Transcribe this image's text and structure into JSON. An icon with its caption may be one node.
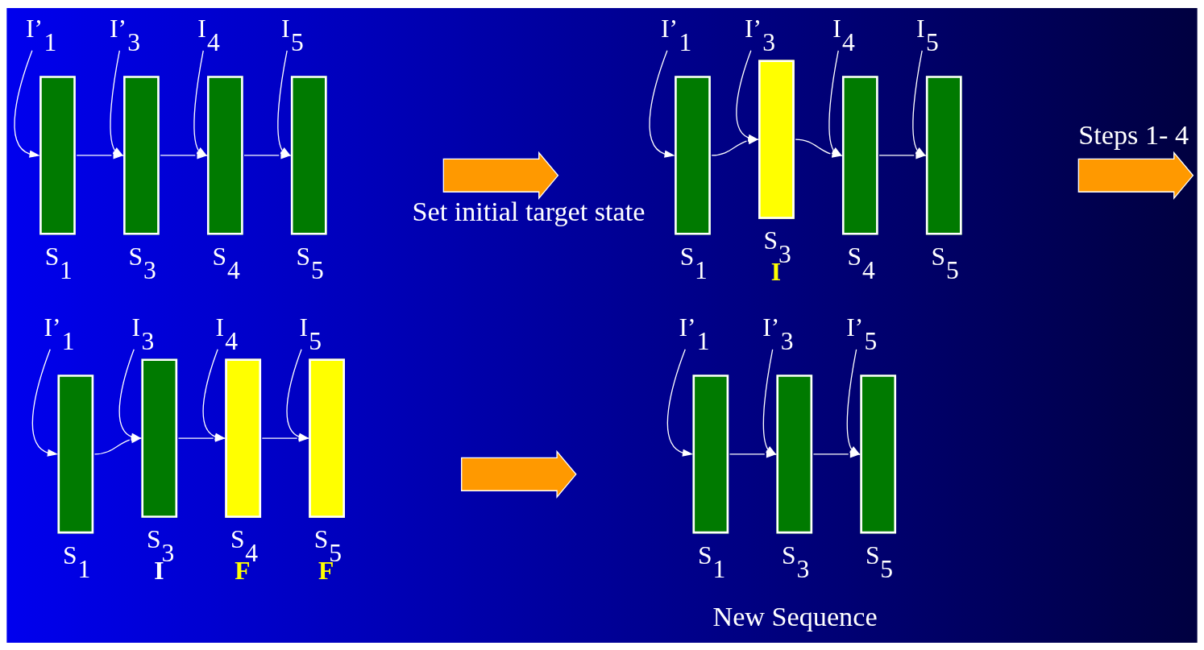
{
  "diagram": {
    "nodes": [
      {
        "text": [
          "I’$_{1}$"
        ]
      },
      {
        "text": [
          "I’$_{3}$"
        ]
      },
      {
        "text": [
          "I$_{4}$"
        ]
      },
      {
        "text": [
          "I$_{5}$"
        ]
      },
      {
        "text": [],
        "shape": "bar",
        "beside": [
          "S$_{1}$"
        ]
      },
      {
        "text": [],
        "shape": "bar",
        "beside": [
          "S$_{3}$"
        ]
      },
      {
        "text": [],
        "shape": "bar",
        "beside": [
          "S$_{4}$"
        ]
      },
      {
        "text": [],
        "shape": "bar",
        "beside": [
          "S$_{5}$"
        ]
      },
      {
        "text": [
          "I’$_{1}$"
        ]
      },
      {
        "text": [
          "I’$_{3}$"
        ]
      },
      {
        "text": [
          "I$_{4}$"
        ]
      },
      {
        "text": [
          "I$_{5}$"
        ]
      },
      {
        "text": [],
        "shape": "bar",
        "beside": [
          "S$_{1}$"
        ]
      },
      {
        "text": [],
        "shape": "bar",
        "beside": [
          "S$_{3}$",
          "I"
        ]
      },
      {
        "text": [],
        "shape": "bar",
        "beside": [
          "S$_{4}$"
        ]
      },
      {
        "text": [],
        "shape": "bar",
        "beside": [
          "S$_{5}$"
        ]
      },
      {
        "text": [
          "I’$_{1}$"
        ]
      },
      {
        "text": [
          "I$_{3}$"
        ]
      },
      {
        "text": [
          "I$_{4}$"
        ]
      },
      {
        "text": [
          "I$_{5}$"
        ]
      },
      {
        "text": [],
        "shape": "bar",
        "beside": [
          "S$_{1}$"
        ]
      },
      {
        "text": [],
        "shape": "bar",
        "beside": [
          "S$_{3}$",
          "I"
        ]
      },
      {
        "text": [],
        "shape": "bar",
        "beside": [
          "S$_{4}$",
          "F"
        ]
      },
      {
        "text": [],
        "shape": "bar",
        "beside": [
          "S$_{5}$",
          "F"
        ]
      },
      {
        "text": [
          "I’$_{1}$"
        ]
      },
      {
        "text": [
          "I’$_{3}$"
        ]
      },
      {
        "text": [
          "I’$_{5}$"
        ]
      },
      {
        "text": [],
        "shape": "bar",
        "beside": [
          "S$_{1}$"
        ]
      },
      {
        "text": [],
        "shape": "bar",
        "beside": [
          "S$_{3}$"
        ]
      },
      {
        "text": [],
        "shape": "bar",
        "beside": [
          "S$_{5}$"
        ]
      },
      {
        "text": [],
        "shape": "arrow",
        "beside": [
          "Set initial target state"
        ]
      },
      {
        "text": [],
        "shape": "arrow",
        "beside": [
          "Steps 1- 4"
        ]
      },
      {
        "text": [],
        "shape": "arrow"
      }
    ],
    "edges": [
      {
        "from": 0,
        "to": 4,
        "arrow": "to"
      },
      {
        "from": 1,
        "to": 5,
        "arrow": "to"
      },
      {
        "from": 2,
        "to": 6,
        "arrow": "to"
      },
      {
        "from": 3,
        "to": 7,
        "arrow": "to"
      },
      {
        "from": 4,
        "to": 5,
        "arrow": "to"
      },
      {
        "from": 5,
        "to": 6,
        "arrow": "to"
      },
      {
        "from": 6,
        "to": 7,
        "arrow": "to"
      },
      {
        "from": 8,
        "to": 12,
        "arrow": "to"
      },
      {
        "from": 9,
        "to": 13,
        "arrow": "to"
      },
      {
        "from": 10,
        "to": 14,
        "arrow": "to"
      },
      {
        "from": 11,
        "to": 15,
        "arrow": "to"
      },
      {
        "from": 12,
        "to": 13,
        "arrow": "to"
      },
      {
        "from": 13,
        "to": 14,
        "arrow": "to"
      },
      {
        "from": 14,
        "to": 15,
        "arrow": "to"
      },
      {
        "from": 16,
        "to": 20,
        "arrow": "to"
      },
      {
        "from": 17,
        "to": 21,
        "arrow": "to"
      },
      {
        "from": 18,
        "to": 22,
        "arrow": "to"
      },
      {
        "from": 19,
        "to": 23,
        "arrow": "to"
      },
      {
        "from": 20,
        "to": 21,
        "arrow": "to"
      },
      {
        "from": 21,
        "to": 22,
        "arrow": "to"
      },
      {
        "from": 22,
        "to": 23,
        "arrow": "to"
      },
      {
        "from": 24,
        "to": 27,
        "arrow": "to"
      },
      {
        "from": 25,
        "to": 28,
        "arrow": "to"
      },
      {
        "from": 26,
        "to": 29,
        "arrow": "to"
      },
      {
        "from": 27,
        "to": 28,
        "arrow": "to"
      },
      {
        "from": 28,
        "to": 29,
        "arrow": "to"
      }
    ],
    "labels": [
      "New Sequence"
    ]
  }
}
